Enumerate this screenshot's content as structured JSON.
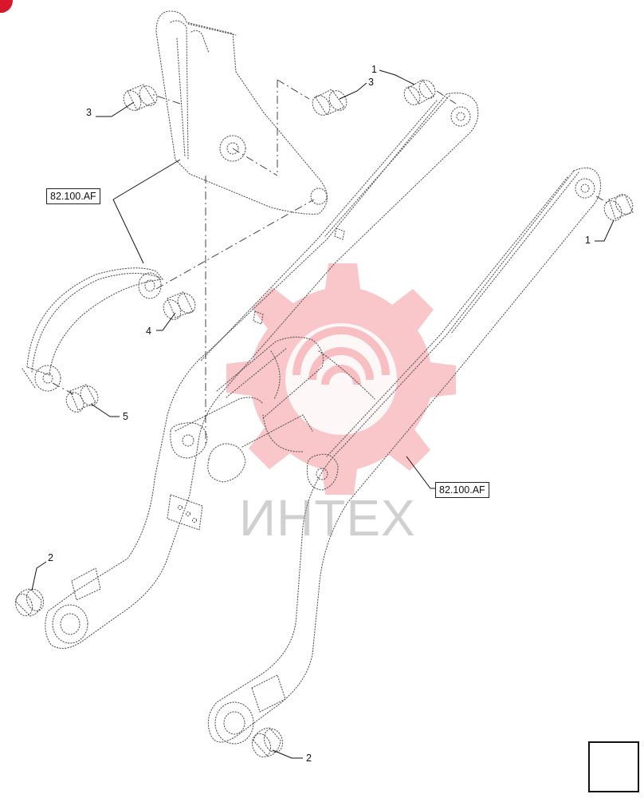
{
  "references": {
    "left": "82.100.AF",
    "right": "82.100.AF"
  },
  "callouts": [
    {
      "id": "c1-top",
      "label": "1"
    },
    {
      "id": "c3-mid",
      "label": "3"
    },
    {
      "id": "c3-left",
      "label": "3"
    },
    {
      "id": "c1-right",
      "label": "1"
    },
    {
      "id": "c4",
      "label": "4"
    },
    {
      "id": "c5",
      "label": "5"
    },
    {
      "id": "c2-left",
      "label": "2"
    },
    {
      "id": "c2-bottom",
      "label": "2"
    }
  ],
  "watermark": {
    "text": "ИНТЕХ",
    "color": "#e8323c"
  },
  "icons": {
    "nav": "arrow-left-icon",
    "corner": "red-corner-marker"
  }
}
